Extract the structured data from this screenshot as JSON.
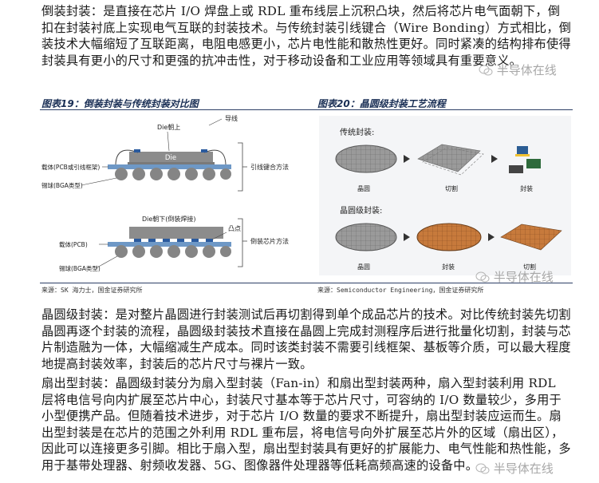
{
  "paragraphs": {
    "p1": "倒装封装：是直接在芯片 I/O 焊盘上或 RDL 重布线层上沉积凸块，然后将芯片电气面朝下，倒扣在封装衬底上实现电气互联的封装技术。与传统封装引线键合（Wire Bonding）方式相比，倒装技术大幅缩短了互联距离，电阻电感更小，芯片电性能和散热性更好。同时紧凑的结构排布使得封装具有更小的尺寸和更强的抗冲击性，对于移动设备和工业应用等领域具有重要意义。",
    "p2": "晶圆级封装：是对整片晶圆进行封装测试后再切割得到单个成品芯片的技术。对比传统封装先切割晶圆再逐个封装的流程，晶圆级封装技术直接在晶圆上完成封测程序后进行批量化切割，封装与芯片制造融为一体，大幅缩减生产成本。同时该类封装不需要引线框架、基板等介质，可以最大程度地提高封装效率，封装后的芯片尺寸与裸片一致。",
    "p3": "扇出型封装：晶圆级封装分为扇入型封装（Fan-in）和扇出型封装两种，扇入型封装利用 RDL 层将电信号向内扩展至芯片中心，封装尺寸基本等于芯片尺寸，可容纳的 I/O 数量较少，多用于小型便携产品。但随着技术进步，对于芯片 I/O 数量的要求不断提升，扇出型封装应运而生。扇出型封装是在芯片的范围之外利用 RDL 重布层，将电信号向外扩展至芯片外的区域（扇出区），因此可以连接更多引脚。相比于扇入型，扇出型封装具有更好的扩展能力、电气性能和热性能，多用于基带处理器、射频收发器、5G、图像器件处理器等低耗高频高速的设备中。"
  },
  "figure19": {
    "title": "图表19：倒装封装与传统封装对比图",
    "source": "来源：SK 海力士，国金证券研究所",
    "labels": {
      "die_up": "Die朝上",
      "wire": "导线",
      "die": "Die",
      "carrier_pcb_leadframe": "载体(PCB或引线框架)",
      "solder_ball_bga_1": "锡球(BGA类型)",
      "wire_bonding_method": "引线键合方法",
      "die_down": "Die朝下(倒装焊接)",
      "bump": "凸点",
      "carrier_pcb": "载体(PCB)",
      "solder_ball_bga_2": "锡球(BGA类型)",
      "flip_chip_method": "倒装芯片方法"
    }
  },
  "figure20": {
    "title": "图表20：晶圆级封装工艺流程",
    "source": "来源：Semiconductor Engineering，国金证券研究所",
    "traditional_label": "传统封装:",
    "wafer_level_label": "晶圆级封装:",
    "step_wafer": "晶圆",
    "step_dicing": "切割",
    "step_packaging": "封装",
    "step_wafer_2": "晶圆",
    "step_packaging_2": "封装",
    "step_dicing_2": "切割"
  },
  "watermark": "半导体在线",
  "colors": {
    "title_blue": "#1a2f55",
    "rule": "#2d3f66",
    "die_gray": "#8c8c8c",
    "carrier_blue": "#6e98c6",
    "ball_gray": "#858585",
    "wafer_gray": "#8d8d8d",
    "wafer_color": "#c77a3c",
    "chip_green": "#2f6b3c",
    "chip_blue": "#2b5d94"
  }
}
